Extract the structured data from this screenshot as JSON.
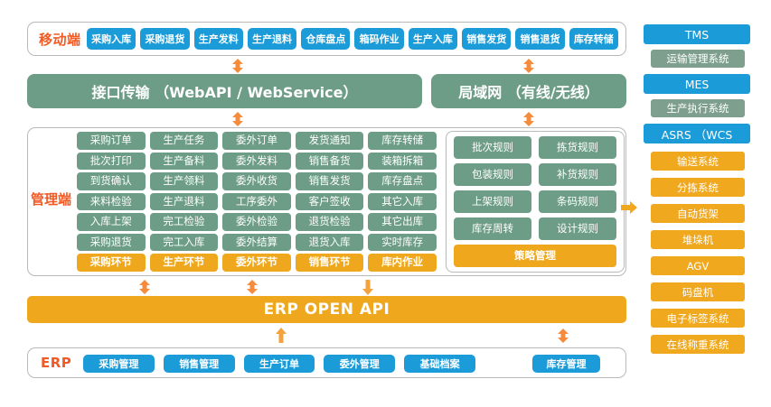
{
  "colors": {
    "blue": "#1b9bd8",
    "green": "#6d9d86",
    "sage": "#7e9f8d",
    "orange": "#efa81d",
    "amber": "#f0a81e",
    "accent_text": "#f15a24",
    "panel_border": "#b9b9b9"
  },
  "mobile_row": {
    "label": "移动端",
    "items": [
      "采购入库",
      "采购退货",
      "生产发料",
      "生产退料",
      "仓库盘点",
      "箱码作业",
      "生产入库",
      "销售发货",
      "销售退货",
      "库存转储"
    ]
  },
  "bands": {
    "api": "接口传输 （WebAPI / WebService）",
    "lan": "局域网 （有线/无线）"
  },
  "management": {
    "label": "管理端",
    "columns": [
      {
        "footer": "采购环节",
        "items": [
          "采购订单",
          "批次打印",
          "到货确认",
          "来料检验",
          "入库上架",
          "采购退货"
        ]
      },
      {
        "footer": "生产环节",
        "items": [
          "生产任务",
          "生产备料",
          "生产领料",
          "生产退料",
          "完工检验",
          "完工入库"
        ]
      },
      {
        "footer": "委外环节",
        "items": [
          "委外订单",
          "委外发料",
          "委外收货",
          "工序委外",
          "委外检验",
          "委外结算"
        ]
      },
      {
        "footer": "销售环节",
        "items": [
          "发货通知",
          "销售备货",
          "销售发货",
          "客户签收",
          "退货检验",
          "退货入库"
        ]
      },
      {
        "footer": "库内作业",
        "items": [
          "库存转储",
          "装箱拆箱",
          "库存盘点",
          "其它入库",
          "其它出库",
          "实时库存"
        ]
      }
    ]
  },
  "strategy": {
    "items": [
      "批次规则",
      "拣货规则",
      "包装规则",
      "补货规则",
      "上架规则",
      "条码规则",
      "库存周转",
      "设计规则"
    ],
    "footer": "策略管理"
  },
  "erp_api_bar": "ERP  OPEN API",
  "erp_row": {
    "label": "ERP",
    "items": [
      "采购管理",
      "销售管理",
      "生产订单",
      "委外管理",
      "基础档案"
    ],
    "trailing_item": "库存管理"
  },
  "right_column": {
    "groups": [
      {
        "head": "TMS",
        "sub": "运输管理系统"
      },
      {
        "head": "MES",
        "sub": "生产执行系统"
      },
      {
        "head": "ASRS （WCS",
        "sub": null
      }
    ],
    "items": [
      "输送系统",
      "分拣系统",
      "自动货架",
      "堆垛机",
      "AGV",
      "码盘机",
      "电子标签系统",
      "在线称重系统"
    ]
  }
}
